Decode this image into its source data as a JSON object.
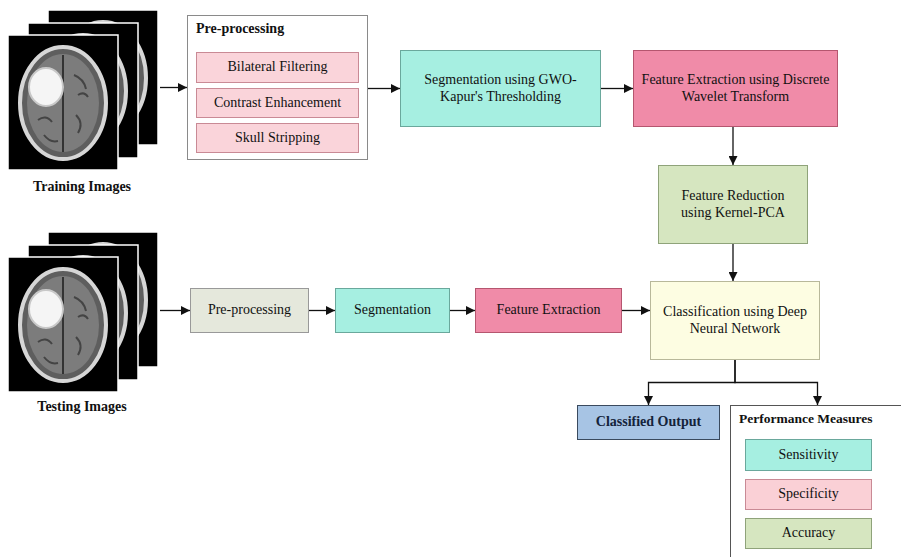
{
  "diagram": {
    "nodes": [
      {
        "text": [
          "Training Images"
        ]
      },
      {
        "text": [
          "Pre-processing"
        ]
      },
      {
        "text": [
          "Bilateral Filtering"
        ],
        "in": 1
      },
      {
        "text": [
          "Contrast Enhancement"
        ],
        "in": 1
      },
      {
        "text": [
          "Skull Stripping"
        ],
        "in": 1
      },
      {
        "text": [
          "Segmentation using GWO-Kapur's Thresholding"
        ]
      },
      {
        "text": [
          "Feature Extraction using Discrete Wavelet Transform"
        ]
      },
      {
        "text": [
          "Feature Reduction using Kernel-PCA"
        ]
      },
      {
        "text": [
          "Testing Images"
        ]
      },
      {
        "text": [
          "Pre-processing"
        ]
      },
      {
        "text": [
          "Segmentation"
        ]
      },
      {
        "text": [
          "Feature Extraction"
        ]
      },
      {
        "text": [
          "Classification using Deep Neural Network"
        ]
      },
      {
        "text": [
          "Classified Output"
        ]
      },
      {
        "text": [
          "Performance Measures"
        ]
      },
      {
        "text": [
          "Sensitivity"
        ],
        "in": 14
      },
      {
        "text": [
          "Specificity"
        ],
        "in": 14
      },
      {
        "text": [
          "Accuracy"
        ],
        "in": 14
      }
    ],
    "edges": [
      {
        "from": 0,
        "to": 1,
        "arrow": "to"
      },
      {
        "from": 1,
        "to": 5,
        "arrow": "to"
      },
      {
        "from": 5,
        "to": 6,
        "arrow": "to"
      },
      {
        "from": 6,
        "to": 7,
        "arrow": "to"
      },
      {
        "from": 7,
        "to": 12,
        "arrow": "to"
      },
      {
        "from": 8,
        "to": 9,
        "arrow": "to"
      },
      {
        "from": 9,
        "to": 10,
        "arrow": "to"
      },
      {
        "from": 10,
        "to": 11,
        "arrow": "to"
      },
      {
        "from": 11,
        "to": 12,
        "arrow": "to"
      },
      {
        "from": 12,
        "to": 13,
        "arrow": "to"
      },
      {
        "from": 12,
        "to": 14,
        "arrow": "to"
      }
    ]
  }
}
